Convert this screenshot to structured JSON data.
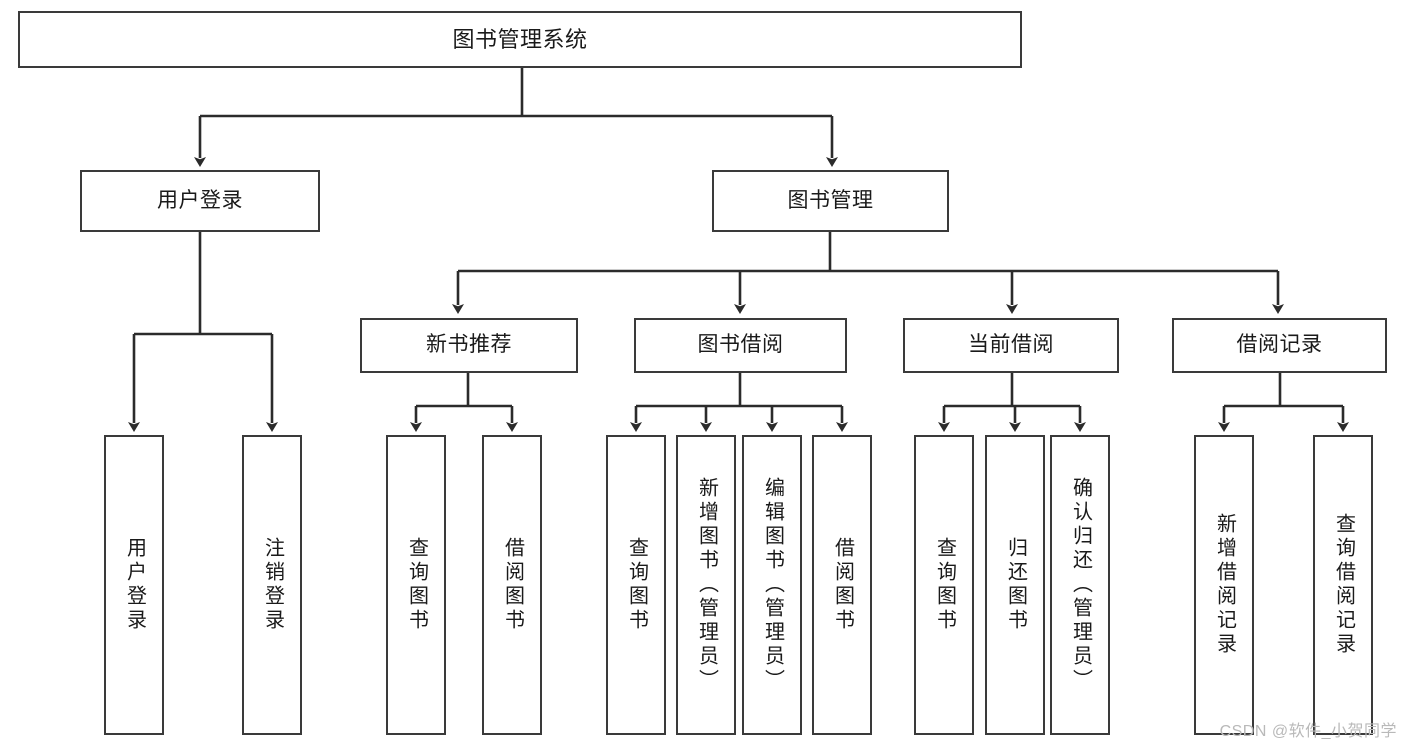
{
  "diagram": {
    "type": "tree-hierarchy-chart",
    "title": "图书管理系统",
    "colors": {
      "box_border": "#3a3a3a",
      "box_fill": "#ffffff",
      "connector": "#2b2b2b",
      "text": "#1a1a1a",
      "watermark": "#b9b9b9"
    },
    "root": {
      "label": "图书管理系统"
    },
    "level2": [
      {
        "label": "用户登录"
      },
      {
        "label": "图书管理"
      }
    ],
    "level3": [
      {
        "label": "新书推荐"
      },
      {
        "label": "图书借阅"
      },
      {
        "label": "当前借阅"
      },
      {
        "label": "借阅记录"
      }
    ],
    "leaves": {
      "user_login": [
        {
          "label": "用户登录"
        },
        {
          "label": "注销登录"
        }
      ],
      "new_book_recommend": [
        {
          "label": "查询图书"
        },
        {
          "label": "借阅图书"
        }
      ],
      "book_borrow": [
        {
          "label": "查询图书"
        },
        {
          "label": "新增图书（管理员）"
        },
        {
          "label": "编辑图书（管理员）"
        },
        {
          "label": "借阅图书"
        }
      ],
      "current_borrow": [
        {
          "label": "查询图书"
        },
        {
          "label": "归还图书"
        },
        {
          "label": "确认归还（管理员）"
        }
      ],
      "borrow_records": [
        {
          "label": "新增借阅记录"
        },
        {
          "label": "查询借阅记录"
        }
      ]
    },
    "watermark": "CSDN @软件_小贺同学"
  }
}
